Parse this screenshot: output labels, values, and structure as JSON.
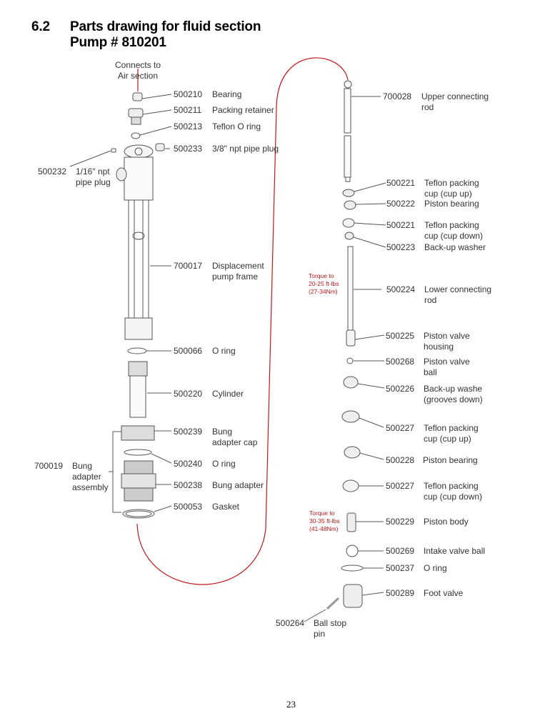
{
  "header": {
    "section_number": "6.2",
    "title": "Parts drawing for fluid section",
    "subtitle": "Pump # 810201"
  },
  "connects_note": [
    "Connects to",
    "Air section"
  ],
  "left_parts": [
    {
      "part": "500210",
      "desc": [
        "Bearing"
      ]
    },
    {
      "part": "500211",
      "desc": [
        "Packing retainer"
      ]
    },
    {
      "part": "500213",
      "desc": [
        "Teflon O ring"
      ]
    },
    {
      "part": "500233",
      "desc": [
        "3/8\" npt pipe plug"
      ]
    },
    {
      "part": "500232",
      "desc": [
        "1/16\" npt",
        "pipe plug"
      ]
    },
    {
      "part": "700017",
      "desc": [
        "Displacement",
        "pump frame"
      ]
    },
    {
      "part": "500066",
      "desc": [
        "O ring"
      ]
    },
    {
      "part": "500220",
      "desc": [
        "Cylinder"
      ]
    },
    {
      "part": "500239",
      "desc": [
        "Bung",
        "adapter cap"
      ]
    },
    {
      "part": "500240",
      "desc": [
        "O ring"
      ]
    },
    {
      "part": "500238",
      "desc": [
        "Bung adapter"
      ]
    },
    {
      "part": "500053",
      "desc": [
        "Gasket"
      ]
    }
  ],
  "assembly": {
    "part": "700019",
    "desc": [
      "Bung",
      "adapter",
      "assembly"
    ]
  },
  "right_parts": [
    {
      "part": "700028",
      "desc": [
        "Upper connecting",
        "rod"
      ]
    },
    {
      "part": "500221",
      "desc": [
        "Teflon packing",
        "cup (cup up)"
      ]
    },
    {
      "part": "500222",
      "desc": [
        "Piston bearing"
      ]
    },
    {
      "part": "500221",
      "desc": [
        "Teflon packing",
        "cup (cup down)"
      ]
    },
    {
      "part": "500223",
      "desc": [
        "Back-up washer"
      ]
    },
    {
      "part": "500224",
      "desc": [
        "Lower connecting",
        "rod"
      ]
    },
    {
      "part": "500225",
      "desc": [
        "Piston valve",
        "housing"
      ]
    },
    {
      "part": "500268",
      "desc": [
        "Piston valve",
        "ball"
      ]
    },
    {
      "part": "500226",
      "desc": [
        "Back-up washe",
        "(grooves down)"
      ]
    },
    {
      "part": "500227",
      "desc": [
        "Teflon packing",
        "cup (cup up)"
      ]
    },
    {
      "part": "500228",
      "desc": [
        "Piston bearing"
      ]
    },
    {
      "part": "500227",
      "desc": [
        "Teflon packing",
        "cup (cup down)"
      ]
    },
    {
      "part": "500229",
      "desc": [
        "Piston body"
      ]
    },
    {
      "part": "500269",
      "desc": [
        "Intake valve ball"
      ]
    },
    {
      "part": "500237",
      "desc": [
        "O ring"
      ]
    },
    {
      "part": "500289",
      "desc": [
        "Foot valve"
      ]
    },
    {
      "part": "500264",
      "desc": [
        "Ball stop",
        "pin"
      ]
    }
  ],
  "torque_notes": [
    [
      "Torque to",
      "20-25 ft-lbs",
      "(27-34Nm)"
    ],
    [
      "Torque to",
      "30-35 ft-lbs",
      "(41-48Nm)"
    ]
  ],
  "colors": {
    "connector_line": "#c0171b",
    "torque_text": "#c0171b"
  },
  "page_number": "23"
}
